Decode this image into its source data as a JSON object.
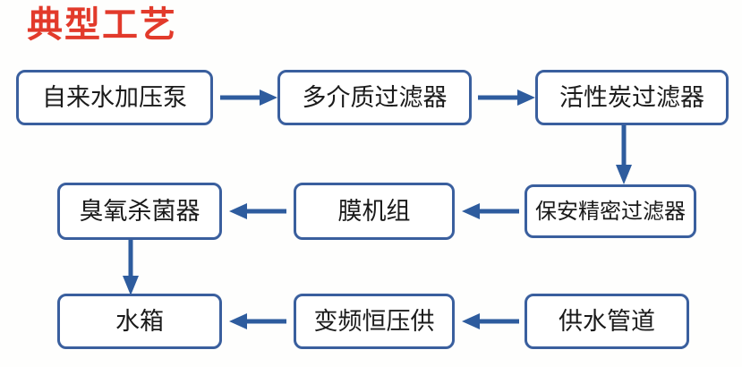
{
  "title": "典型工艺",
  "colors": {
    "title_red": "#e23a2b",
    "box_border_blue": "#3a5f9e",
    "arrow_blue": "#2e5c9e",
    "box_fill": "#ffffff",
    "page_background": "#fefefd",
    "text": "#1a1a1a"
  },
  "diagram": {
    "type": "flowchart",
    "direction": "serpentine-left-to-right-then-right-to-left",
    "nodes": [
      {
        "id": "n1",
        "label": "自来水加压泵",
        "row": 1,
        "col": 1
      },
      {
        "id": "n2",
        "label": "多介质过滤器",
        "row": 1,
        "col": 2
      },
      {
        "id": "n3",
        "label": "活性炭过滤器",
        "row": 1,
        "col": 3
      },
      {
        "id": "n4",
        "label": "保安精密过滤器",
        "row": 2,
        "col": 3
      },
      {
        "id": "n5",
        "label": "膜机组",
        "row": 2,
        "col": 2
      },
      {
        "id": "n6",
        "label": "臭氧杀菌器",
        "row": 2,
        "col": 1
      },
      {
        "id": "n7",
        "label": "水箱",
        "row": 3,
        "col": 1
      },
      {
        "id": "n8",
        "label": "变频恒压供",
        "row": 3,
        "col": 2
      },
      {
        "id": "n9",
        "label": "供水管道",
        "row": 3,
        "col": 3
      }
    ],
    "edges": [
      {
        "from": "n1",
        "to": "n2",
        "direction": "right"
      },
      {
        "from": "n2",
        "to": "n3",
        "direction": "right"
      },
      {
        "from": "n3",
        "to": "n4",
        "direction": "down"
      },
      {
        "from": "n4",
        "to": "n5",
        "direction": "left"
      },
      {
        "from": "n5",
        "to": "n6",
        "direction": "left"
      },
      {
        "from": "n6",
        "to": "n7",
        "direction": "down"
      },
      {
        "from": "n8",
        "to": "n7",
        "direction": "left"
      },
      {
        "from": "n9",
        "to": "n8",
        "direction": "left"
      }
    ]
  }
}
